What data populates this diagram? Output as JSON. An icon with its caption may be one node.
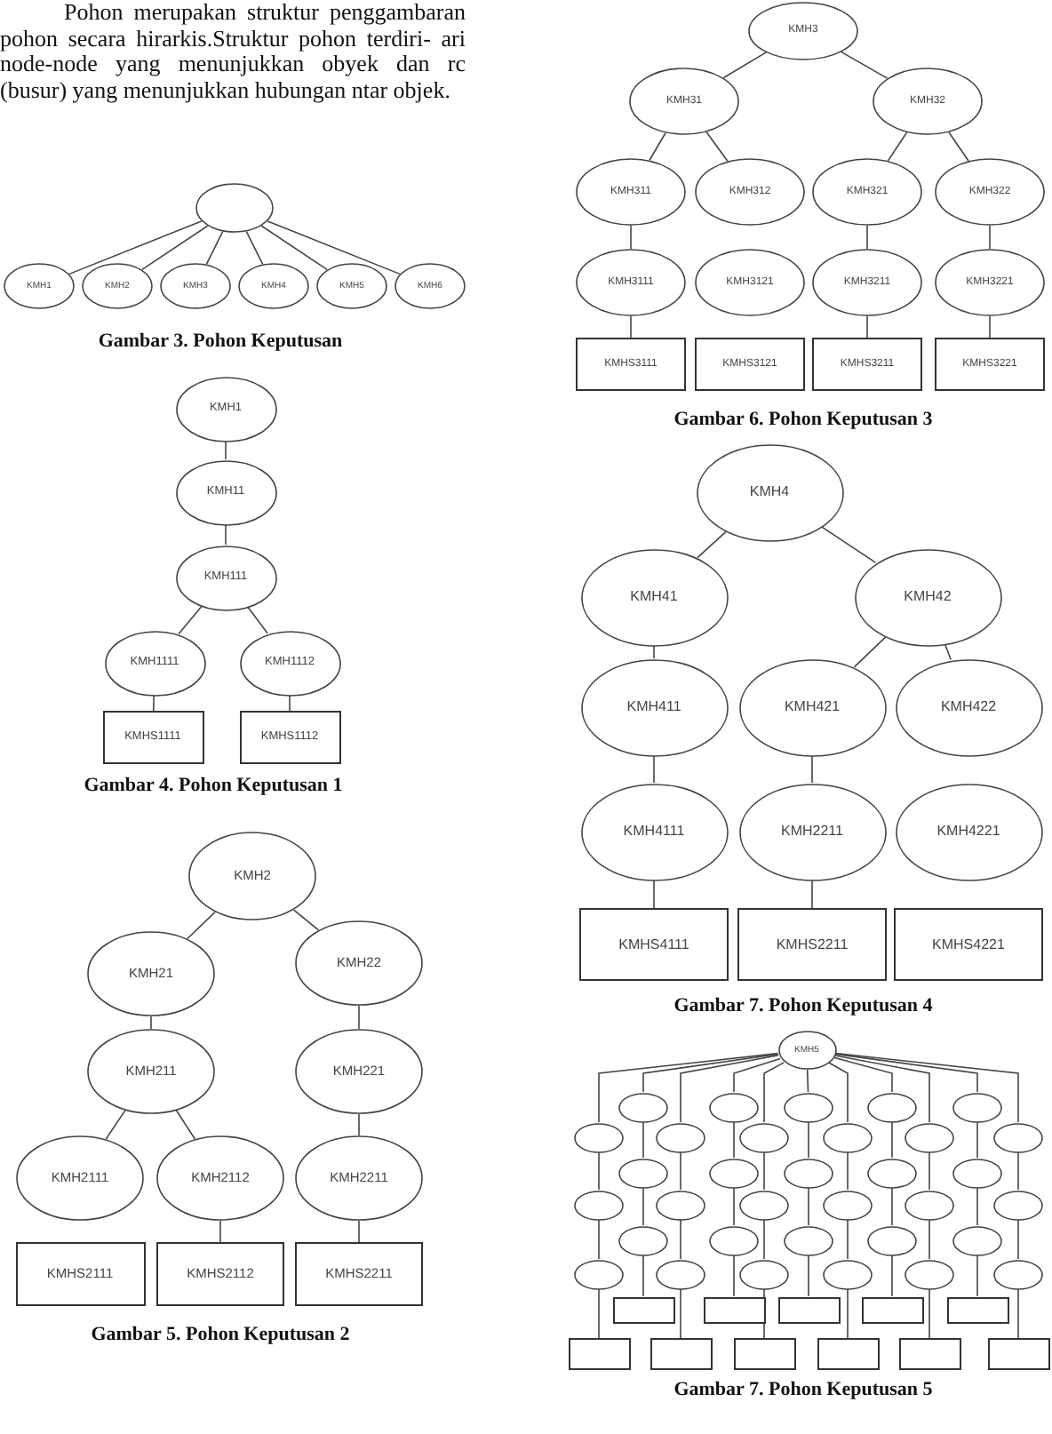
{
  "diagram": {
    "nodes": [
      {
        "text": [],
        "shape": "ellipse"
      },
      {
        "text": [
          "KMH1"
        ]
      },
      {
        "text": [
          "KMH2"
        ]
      },
      {
        "text": [
          "KMH3"
        ]
      },
      {
        "text": [
          "KMH4"
        ]
      },
      {
        "text": [
          "KMH5"
        ]
      },
      {
        "text": [
          "KMH6"
        ]
      },
      {
        "text": [
          "KMH1"
        ]
      },
      {
        "text": [
          "KMH11"
        ]
      },
      {
        "text": [
          "KMH111"
        ]
      },
      {
        "text": [
          "KMH1111"
        ]
      },
      {
        "text": [
          "KMH1112"
        ]
      },
      {
        "text": [
          "KMHS1111"
        ]
      },
      {
        "text": [
          "KMHS1112"
        ]
      },
      {
        "text": [
          "KMH2"
        ]
      },
      {
        "text": [
          "KMH21"
        ]
      },
      {
        "text": [
          "KMH22"
        ]
      },
      {
        "text": [
          "KMH211"
        ]
      },
      {
        "text": [
          "KMH221"
        ]
      },
      {
        "text": [
          "KMH2111"
        ]
      },
      {
        "text": [
          "KMH2112"
        ]
      },
      {
        "text": [
          "KMH2211"
        ]
      },
      {
        "text": [
          "KMHS2111"
        ]
      },
      {
        "text": [
          "KMHS2112"
        ]
      },
      {
        "text": [
          "KMHS2211"
        ]
      },
      {
        "text": [
          "KMH3"
        ]
      },
      {
        "text": [
          "KMH31"
        ]
      },
      {
        "text": [
          "KMH32"
        ]
      },
      {
        "text": [
          "KMH311"
        ]
      },
      {
        "text": [
          "KMH312"
        ]
      },
      {
        "text": [
          "KMH321"
        ]
      },
      {
        "text": [
          "KMH322"
        ]
      },
      {
        "text": [
          "KMH3111"
        ]
      },
      {
        "text": [
          "KMH3121"
        ]
      },
      {
        "text": [
          "KMH3211"
        ]
      },
      {
        "text": [
          "KMH3221"
        ]
      },
      {
        "text": [
          "KMHS3111"
        ]
      },
      {
        "text": [
          "KMHS3121"
        ]
      },
      {
        "text": [
          "KMHS3211"
        ]
      },
      {
        "text": [
          "KMHS3221"
        ]
      },
      {
        "text": [
          "KMH4"
        ]
      },
      {
        "text": [
          "KMH41"
        ]
      },
      {
        "text": [
          "KMH42"
        ]
      },
      {
        "text": [
          "KMH411"
        ]
      },
      {
        "text": [
          "KMH421"
        ]
      },
      {
        "text": [
          "KMH422"
        ]
      },
      {
        "text": [
          "KMH4111"
        ]
      },
      {
        "text": [
          "KMH2211"
        ]
      },
      {
        "text": [
          "KMH4221"
        ]
      },
      {
        "text": [
          "KMHS4111"
        ]
      },
      {
        "text": [
          "KMHS2211"
        ]
      },
      {
        "text": [
          "KMHS4221"
        ]
      },
      {
        "text": [
          "KMH5"
        ]
      },
      {
        "text": [],
        "shape": "ellipse"
      },
      {
        "text": [],
        "shape": "ellipse"
      },
      {
        "text": [],
        "shape": "ellipse"
      },
      {
        "text": [],
        "shape": "ellipse"
      },
      {
        "text": [],
        "shape": "ellipse"
      },
      {
        "text": [],
        "shape": "ellipse"
      },
      {
        "text": [],
        "shape": "ellipse"
      },
      {
        "text": [],
        "shape": "ellipse"
      },
      {
        "text": [],
        "shape": "ellipse"
      },
      {
        "text": [],
        "shape": "ellipse"
      },
      {
        "text": [],
        "shape": "ellipse"
      },
      {
        "text": [],
        "shape": "ellipse"
      },
      {
        "text": [],
        "shape": "ellipse"
      },
      {
        "text": [],
        "shape": "ellipse"
      },
      {
        "text": [],
        "shape": "ellipse"
      },
      {
        "text": [],
        "shape": "ellipse"
      },
      {
        "text": [],
        "shape": "ellipse"
      },
      {
        "text": [],
        "shape": "ellipse"
      },
      {
        "text": [],
        "shape": "ellipse"
      },
      {
        "text": [],
        "shape": "ellipse"
      },
      {
        "text": [],
        "shape": "ellipse"
      },
      {
        "text": [],
        "shape": "ellipse"
      },
      {
        "text": [],
        "shape": "ellipse"
      },
      {
        "text": [],
        "shape": "ellipse"
      },
      {
        "text": [],
        "shape": "ellipse"
      },
      {
        "text": [],
        "shape": "ellipse"
      },
      {
        "text": [],
        "shape": "ellipse"
      },
      {
        "text": [],
        "shape": "ellipse"
      },
      {
        "text": [],
        "shape": "ellipse"
      },
      {
        "text": [],
        "shape": "ellipse"
      },
      {
        "text": [],
        "shape": "ellipse"
      },
      {
        "text": [],
        "shape": "ellipse"
      },
      {
        "text": [],
        "shape": "ellipse"
      },
      {
        "text": [],
        "shape": "box"
      },
      {
        "text": [],
        "shape": "box"
      },
      {
        "text": [],
        "shape": "box"
      },
      {
        "text": [],
        "shape": "box"
      },
      {
        "text": [],
        "shape": "box"
      },
      {
        "text": [],
        "shape": "box"
      },
      {
        "text": [],
        "shape": "box"
      },
      {
        "text": [],
        "shape": "box"
      },
      {
        "text": [],
        "shape": "box"
      },
      {
        "text": [],
        "shape": "box"
      },
      {
        "text": [],
        "shape": "box"
      }
    ],
    "edges": [
      {
        "from": 0,
        "to": 1,
        "arrow": "none"
      },
      {
        "from": 0,
        "to": 2,
        "arrow": "none"
      },
      {
        "from": 0,
        "to": 3,
        "arrow": "none"
      },
      {
        "from": 0,
        "to": 4,
        "arrow": "none"
      },
      {
        "from": 0,
        "to": 5,
        "arrow": "none"
      },
      {
        "from": 0,
        "to": 6,
        "arrow": "none"
      },
      {
        "from": 7,
        "to": 8,
        "arrow": "none"
      },
      {
        "from": 8,
        "to": 9,
        "arrow": "none"
      },
      {
        "from": 9,
        "to": 10,
        "arrow": "none"
      },
      {
        "from": 9,
        "to": 11,
        "arrow": "none"
      },
      {
        "from": 10,
        "to": 12,
        "arrow": "none"
      },
      {
        "from": 11,
        "to": 13,
        "arrow": "none"
      },
      {
        "from": 14,
        "to": 15,
        "arrow": "none"
      },
      {
        "from": 14,
        "to": 16,
        "arrow": "none"
      },
      {
        "from": 15,
        "to": 17,
        "arrow": "none"
      },
      {
        "from": 16,
        "to": 18,
        "arrow": "none"
      },
      {
        "from": 17,
        "to": 19,
        "arrow": "none"
      },
      {
        "from": 17,
        "to": 20,
        "arrow": "none"
      },
      {
        "from": 18,
        "to": 21,
        "arrow": "none"
      },
      {
        "from": 20,
        "to": 23,
        "arrow": "none"
      },
      {
        "from": 21,
        "to": 24,
        "arrow": "none"
      },
      {
        "from": 25,
        "to": 26,
        "arrow": "none"
      },
      {
        "from": 25,
        "to": 27,
        "arrow": "none"
      },
      {
        "from": 26,
        "to": 28,
        "arrow": "none"
      },
      {
        "from": 26,
        "to": 29,
        "arrow": "none"
      },
      {
        "from": 27,
        "to": 30,
        "arrow": "none"
      },
      {
        "from": 27,
        "to": 31,
        "arrow": "none"
      },
      {
        "from": 28,
        "to": 32,
        "arrow": "none"
      },
      {
        "from": 30,
        "to": 34,
        "arrow": "none"
      },
      {
        "from": 31,
        "to": 35,
        "arrow": "none"
      },
      {
        "from": 32,
        "to": 36,
        "arrow": "none"
      },
      {
        "from": 34,
        "to": 38,
        "arrow": "none"
      },
      {
        "from": 35,
        "to": 39,
        "arrow": "none"
      },
      {
        "from": 40,
        "to": 41,
        "arrow": "none"
      },
      {
        "from": 40,
        "to": 42,
        "arrow": "none"
      },
      {
        "from": 41,
        "to": 43,
        "arrow": "none"
      },
      {
        "from": 42,
        "to": 44,
        "arrow": "none"
      },
      {
        "from": 42,
        "to": 45,
        "arrow": "none"
      },
      {
        "from": 43,
        "to": 46,
        "arrow": "none"
      },
      {
        "from": 44,
        "to": 47,
        "arrow": "none"
      },
      {
        "from": 46,
        "to": 49,
        "arrow": "none"
      },
      {
        "from": 47,
        "to": 50,
        "arrow": "none"
      },
      {
        "from": 52,
        "to": 58,
        "arrow": "none"
      },
      {
        "from": 52,
        "to": 53,
        "arrow": "none"
      },
      {
        "from": 52,
        "to": 59,
        "arrow": "none"
      },
      {
        "from": 52,
        "to": 54,
        "arrow": "none"
      },
      {
        "from": 52,
        "to": 60,
        "arrow": "none"
      },
      {
        "from": 52,
        "to": 55,
        "arrow": "none"
      },
      {
        "from": 52,
        "to": 61,
        "arrow": "none"
      },
      {
        "from": 52,
        "to": 56,
        "arrow": "none"
      },
      {
        "from": 52,
        "to": 62,
        "arrow": "none"
      },
      {
        "from": 52,
        "to": 57,
        "arrow": "none"
      },
      {
        "from": 52,
        "to": 63,
        "arrow": "none"
      },
      {
        "from": 53,
        "to": 64,
        "arrow": "none"
      },
      {
        "from": 64,
        "to": 75,
        "arrow": "none"
      },
      {
        "from": 75,
        "to": 86,
        "arrow": "none"
      },
      {
        "from": 54,
        "to": 65,
        "arrow": "none"
      },
      {
        "from": 65,
        "to": 76,
        "arrow": "none"
      },
      {
        "from": 76,
        "to": 87,
        "arrow": "none"
      },
      {
        "from": 55,
        "to": 66,
        "arrow": "none"
      },
      {
        "from": 66,
        "to": 77,
        "arrow": "none"
      },
      {
        "from": 77,
        "to": 88,
        "arrow": "none"
      },
      {
        "from": 56,
        "to": 67,
        "arrow": "none"
      },
      {
        "from": 67,
        "to": 78,
        "arrow": "none"
      },
      {
        "from": 78,
        "to": 89,
        "arrow": "none"
      },
      {
        "from": 57,
        "to": 68,
        "arrow": "none"
      },
      {
        "from": 68,
        "to": 79,
        "arrow": "none"
      },
      {
        "from": 79,
        "to": 90,
        "arrow": "none"
      },
      {
        "from": 58,
        "to": 69,
        "arrow": "none"
      },
      {
        "from": 69,
        "to": 80,
        "arrow": "none"
      },
      {
        "from": 80,
        "to": 91,
        "arrow": "none"
      },
      {
        "from": 59,
        "to": 70,
        "arrow": "none"
      },
      {
        "from": 70,
        "to": 81,
        "arrow": "none"
      },
      {
        "from": 81,
        "to": 92,
        "arrow": "none"
      },
      {
        "from": 60,
        "to": 71,
        "arrow": "none"
      },
      {
        "from": 71,
        "to": 82,
        "arrow": "none"
      },
      {
        "from": 82,
        "to": 93,
        "arrow": "none"
      },
      {
        "from": 61,
        "to": 72,
        "arrow": "none"
      },
      {
        "from": 72,
        "to": 83,
        "arrow": "none"
      },
      {
        "from": 83,
        "to": 94,
        "arrow": "none"
      },
      {
        "from": 62,
        "to": 73,
        "arrow": "none"
      },
      {
        "from": 73,
        "to": 84,
        "arrow": "none"
      },
      {
        "from": 84,
        "to": 95,
        "arrow": "none"
      },
      {
        "from": 63,
        "to": 74,
        "arrow": "none"
      },
      {
        "from": 74,
        "to": 85,
        "arrow": "none"
      },
      {
        "from": 85,
        "to": 96,
        "arrow": "none"
      }
    ],
    "labels": [
      "Pohon merupakan struktur penggambaran pohon secara hirarkis.Struktur pohon terdiri- ari node-node yang menunjukkan obyek dan rc (busur) yang menunjukkan hubungan ntar objek.",
      "Gambar 3. Pohon Keputusan",
      "Gambar 4. Pohon Keputusan 1",
      "Gambar 5. Pohon Keputusan 2",
      "Gambar 6. Pohon Keputusan 3",
      "Gambar 7. Pohon Keputusan 4",
      "Gambar 7. Pohon Keputusan 5"
    ]
  }
}
